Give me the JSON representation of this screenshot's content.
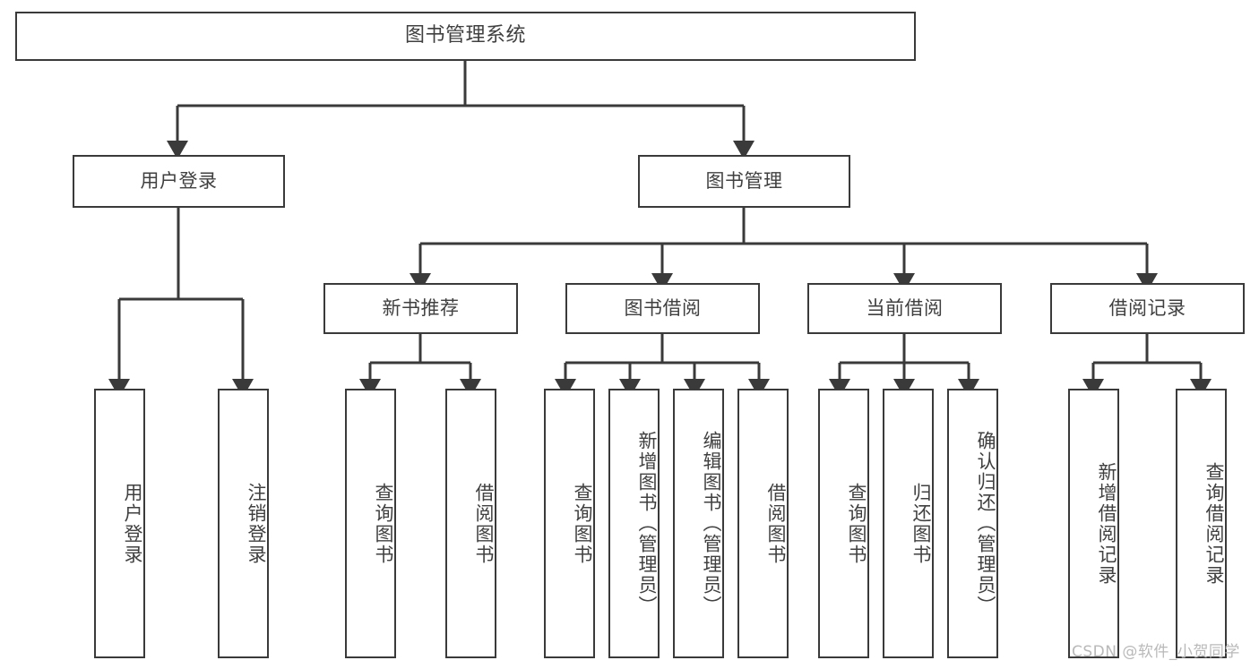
{
  "diagram": {
    "title": "图书管理系统",
    "type": "hierarchy-tree",
    "root": {
      "id": "root",
      "label": "图书管理系统"
    },
    "level2": [
      {
        "id": "user-login",
        "label": "用户登录"
      },
      {
        "id": "book-manage",
        "label": "图书管理"
      }
    ],
    "level3": [
      {
        "id": "new-book-recommend",
        "label": "新书推荐"
      },
      {
        "id": "book-borrow",
        "label": "图书借阅"
      },
      {
        "id": "current-borrow",
        "label": "当前借阅"
      },
      {
        "id": "borrow-record",
        "label": "借阅记录"
      }
    ],
    "leaves": {
      "user_login": [
        {
          "id": "leaf-user-login",
          "label": "用户登录"
        },
        {
          "id": "leaf-logout-login",
          "label": "注销登录"
        }
      ],
      "new_book_recommend": [
        {
          "id": "leaf-query-book-1",
          "label": "查询图书"
        },
        {
          "id": "leaf-borrow-book-1",
          "label": "借阅图书"
        }
      ],
      "book_borrow": [
        {
          "id": "leaf-query-book-2",
          "label": "查询图书"
        },
        {
          "id": "leaf-add-book",
          "label": "新增图书（管理员）"
        },
        {
          "id": "leaf-edit-book",
          "label": "编辑图书（管理员）"
        },
        {
          "id": "leaf-borrow-book-2",
          "label": "借阅图书"
        }
      ],
      "current_borrow": [
        {
          "id": "leaf-query-book-3",
          "label": "查询图书"
        },
        {
          "id": "leaf-return-book",
          "label": "归还图书"
        },
        {
          "id": "leaf-confirm-return",
          "label": "确认归还（管理员）"
        }
      ],
      "borrow_record": [
        {
          "id": "leaf-add-record",
          "label": "新增借阅记录"
        },
        {
          "id": "leaf-query-record",
          "label": "查询借阅记录"
        }
      ]
    }
  },
  "watermark": {
    "text": "CSDN @软件_小贺同学"
  },
  "colors": {
    "border": "#3a3a3a",
    "text": "#404040",
    "background": "#ffffff",
    "watermark": "#b9b9b9"
  }
}
